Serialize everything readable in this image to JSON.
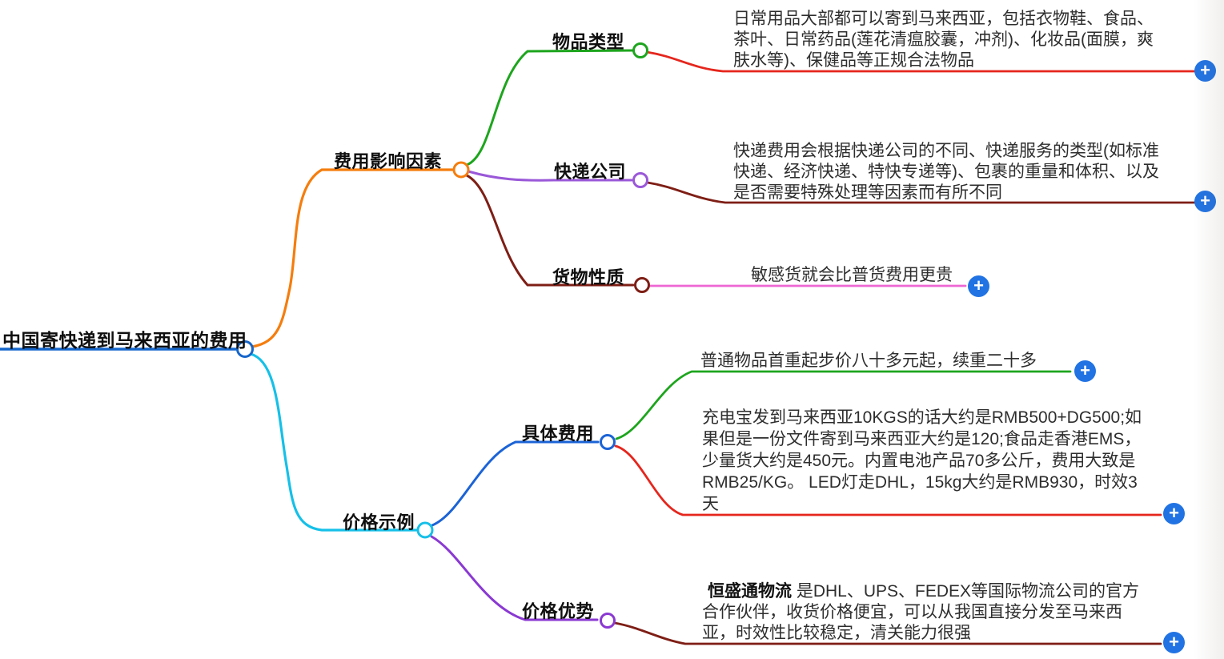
{
  "mindmap": {
    "root": {
      "label": "中国寄快递到马来西亚的费用"
    },
    "branches": [
      {
        "label": "费用影响因素",
        "children": [
          {
            "label": "物品类型",
            "note": "日常用品大部都可以寄到马来西亚，包括衣物鞋、食品、茶叶、日常药品(莲花清瘟胶囊，冲剂)、化妆品(面膜，爽肤水等)、保健品等正规合法物品"
          },
          {
            "label": "快递公司",
            "note": "快递费用会根据快递公司的不同、快递服务的类型(如标准快递、经济快递、特快专递等)、包裹的重量和体积、以及是否需要特殊处理等因素而有所不同"
          },
          {
            "label": "货物性质",
            "note": "敏感货就会比普货费用更贵"
          }
        ]
      },
      {
        "label": "价格示例",
        "children": [
          {
            "label": "具体费用",
            "note_summary": "普通物品首重起步价八十多元起，续重二十多",
            "note_detail": "充电宝发到马来西亚10KGS的话大约是RMB500+DG500;如果但是一份文件寄到马来西亚大约是120;食品走香港EMS，少量货大约是450元。内置电池产品70多公斤，费用大致是RMB25/KG。 LED灯走DHL，15kg大约是RMB930，时效3天"
          },
          {
            "label": "价格优势",
            "note_brand": "恒盛通物流",
            "note": " 是DHL、UPS、FEDEX等国际物流公司的官方合作伙伴，收货价格便宜，可以从我国直接分发至马来西亚，时效性比较稳定，清关能力很强"
          }
        ]
      }
    ]
  },
  "icons": {
    "expand_glyph": "+"
  },
  "colors": {
    "root_blue": "#1666cb",
    "orange": "#f57d0d",
    "green": "#1da51d",
    "red": "#e5261d",
    "purple_light": "#9a58d8",
    "maroon": "#7e1e15",
    "magenta": "#ee66d4",
    "cyan": "#15c0e8",
    "blue": "#1b63d6",
    "purple_dark": "#8a39d2",
    "plus_blue": "#2173e3",
    "node_fill": "#ffffff"
  }
}
